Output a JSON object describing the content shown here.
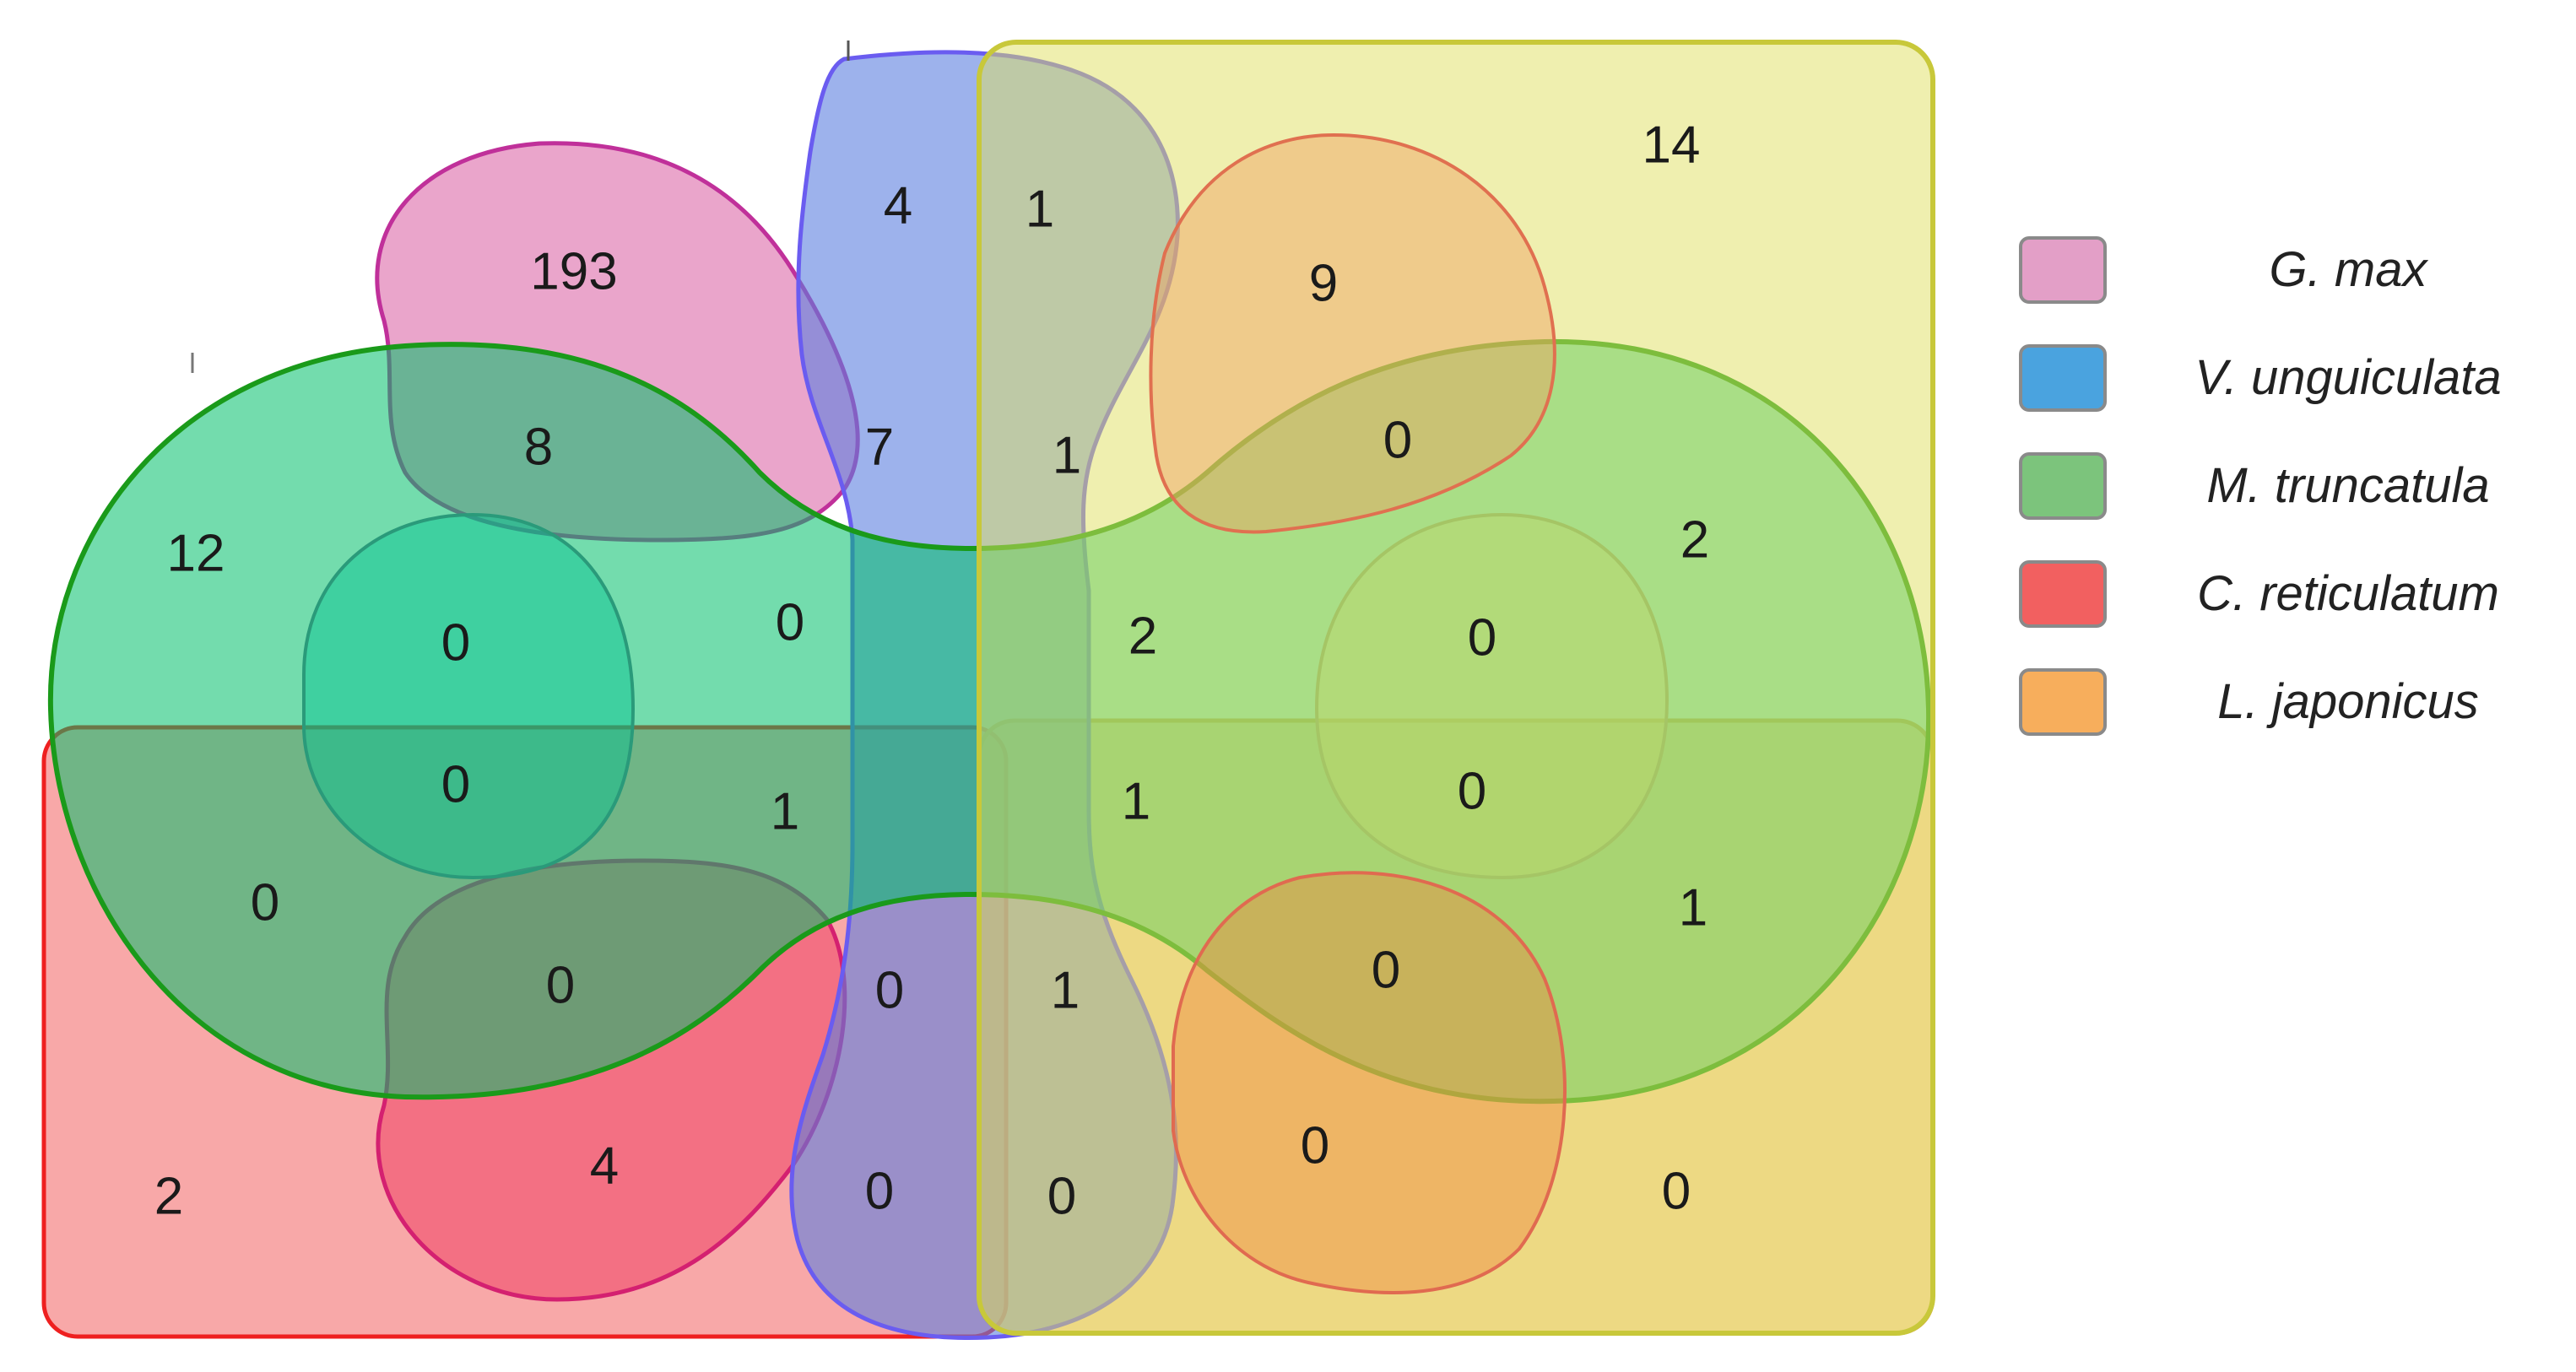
{
  "legend": [
    {
      "label": "G. max",
      "color": "#e39fc7"
    },
    {
      "label": "V. unguiculata",
      "color": "#4aa3df"
    },
    {
      "label": "M. truncatula",
      "color": "#7cc47c"
    },
    {
      "label": "C. reticulatum",
      "color": "#f26060"
    },
    {
      "label": "L. japonicus",
      "color": "#f7ae5c"
    }
  ],
  "regions": {
    "g_max_only": "193",
    "v_unguiculata_only": "4",
    "top_right_1": "1",
    "top_right_9": "9",
    "top_right_14": "14",
    "g_m_8": "8",
    "g_v_7": "7",
    "upper_1": "1",
    "upper_0_right": "0",
    "m_truncatula_only_12": "12",
    "inner_left_0_a": "0",
    "center_0": "0",
    "center_2": "2",
    "inner_right_0_a": "0",
    "right_2": "2",
    "inner_left_0_b": "0",
    "center_1_left": "1",
    "center_1_right": "1",
    "inner_right_0_b": "0",
    "left_0": "0",
    "right_1": "1",
    "lower_0_left": "0",
    "lower_0_mid": "0",
    "lower_1": "1",
    "lower_0_right": "0",
    "c_reticulatum_only_2": "2",
    "bottom_4": "4",
    "bottom_0_a": "0",
    "bottom_0_b": "0",
    "bottom_0_c": "0",
    "l_japonicus_only_0": "0"
  }
}
